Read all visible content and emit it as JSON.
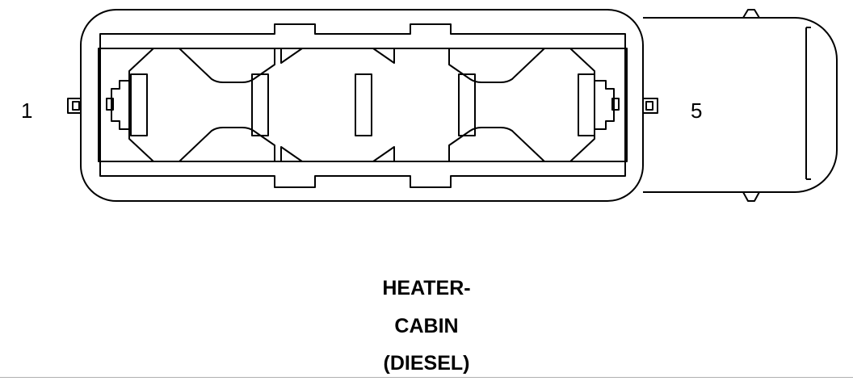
{
  "diagram": {
    "pin_labels": {
      "left": "1",
      "right": "5"
    },
    "caption": [
      "HEATER-",
      "CABIN",
      "(DIESEL)"
    ],
    "colors": {
      "stroke": "#000000",
      "background": "#ffffff"
    }
  }
}
